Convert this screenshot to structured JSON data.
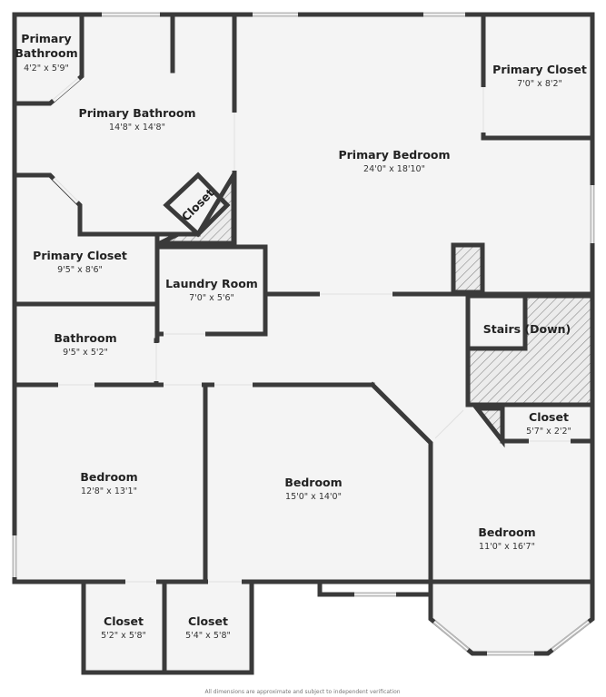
{
  "rooms": {
    "primary_bathroom_small": {
      "name": "Primary\nBathroom",
      "dims": "4'2\" x 5'9\""
    },
    "primary_bathroom": {
      "name": "Primary Bathroom",
      "dims": "14'8\" x 14'8\""
    },
    "closet_angled": {
      "name": "Closet"
    },
    "primary_closet_left": {
      "name": "Primary Closet",
      "dims": "9'5\" x 8'6\""
    },
    "laundry_room": {
      "name": "Laundry Room",
      "dims": "7'0\" x 5'6\""
    },
    "bathroom": {
      "name": "Bathroom",
      "dims": "9'5\" x 5'2\""
    },
    "primary_closet_right": {
      "name": "Primary Closet",
      "dims": "7'0\" x 8'2\""
    },
    "primary_bedroom": {
      "name": "Primary Bedroom",
      "dims": "24'0\" x 18'10\""
    },
    "stairs": {
      "name": "Stairs (Down)"
    },
    "closet_right": {
      "name": "Closet",
      "dims": "5'7\" x 2'2\""
    },
    "bedroom_left": {
      "name": "Bedroom",
      "dims": "12'8\" x 13'1\""
    },
    "bedroom_mid": {
      "name": "Bedroom",
      "dims": "15'0\" x 14'0\""
    },
    "bedroom_right": {
      "name": "Bedroom",
      "dims": "11'0\" x 16'7\""
    },
    "closet_bottom_left": {
      "name": "Closet",
      "dims": "5'2\" x 5'8\""
    },
    "closet_bottom_right": {
      "name": "Closet",
      "dims": "5'4\" x 5'8\""
    }
  },
  "footer": {
    "disclaimer": "All dimensions are approximate and subject to independent verification"
  }
}
